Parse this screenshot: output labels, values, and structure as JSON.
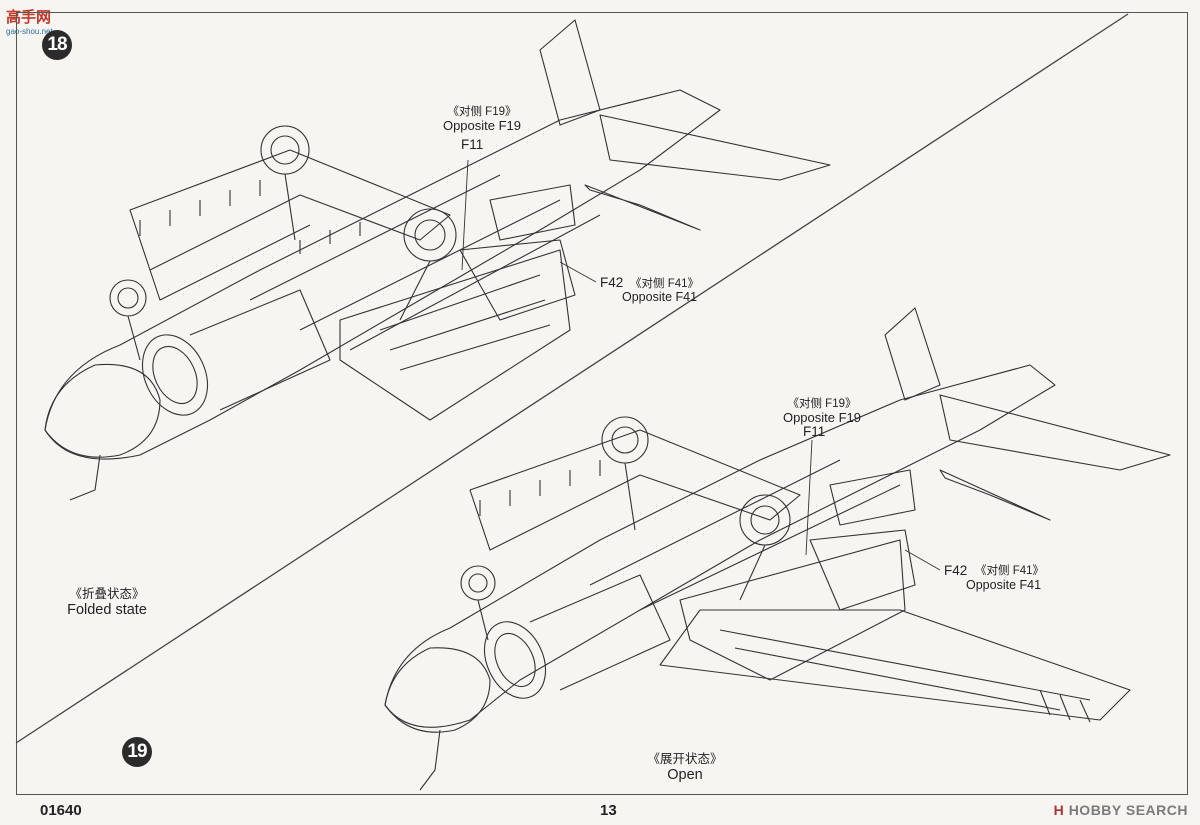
{
  "watermark": {
    "site_cn": "高手网",
    "site_url": "gao-shou.net"
  },
  "steps": {
    "top": "18",
    "bottom": "19"
  },
  "top_view": {
    "callout_f19": {
      "cn": "《对侧 F19》",
      "en": "Opposite F19"
    },
    "part_f11": "F11",
    "part_f42": "F42",
    "callout_f41_cn": "《对侧 F41》",
    "callout_f41_en": "Opposite F41"
  },
  "bottom_view": {
    "callout_f19": {
      "cn": "《对侧 F19》",
      "en": "Opposite F19"
    },
    "part_f11": "F11",
    "part_f42": "F42",
    "callout_f41_cn": "《对侧 F41》",
    "callout_f41_en": "Opposite F41"
  },
  "states": {
    "folded": {
      "cn": "《折叠状态》",
      "en": "Folded state"
    },
    "open": {
      "cn": "《展开状态》",
      "en": "Open"
    }
  },
  "footer": {
    "kit_number": "01640",
    "page_number": "13",
    "brand_mark": "H",
    "brand": "HOBBY SEARCH"
  }
}
